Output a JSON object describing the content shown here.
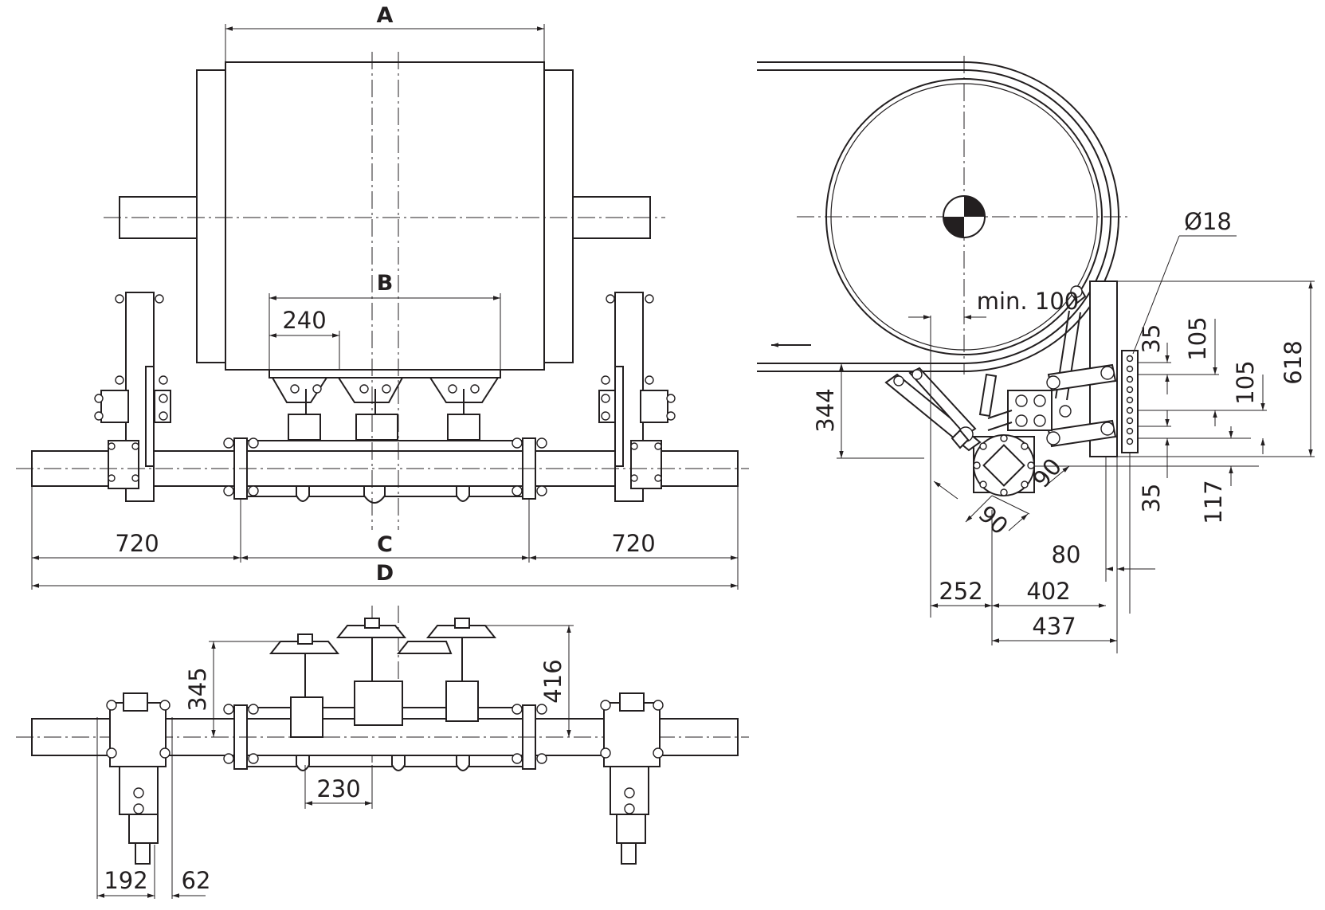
{
  "letters": {
    "a": "A",
    "b": "B",
    "c": "C",
    "d": "D"
  },
  "front": {
    "d720_left": "720",
    "d720_right": "720",
    "d240": "240"
  },
  "plan": {
    "d345": "345",
    "d416": "416",
    "d230": "230",
    "d192": "192",
    "d62": "62"
  },
  "side": {
    "dia": "Ø18",
    "min": "min. 100",
    "d35_top": "35",
    "d105_a": "105",
    "d105_b": "105",
    "d618": "618",
    "d344": "344",
    "d90_a": "90",
    "d90_b": "90",
    "d35_bot": "35",
    "d117": "117",
    "d80": "80",
    "d252": "252",
    "d402": "402",
    "d437": "437"
  },
  "colors": {
    "line": "#231f20",
    "background": "#ffffff"
  }
}
